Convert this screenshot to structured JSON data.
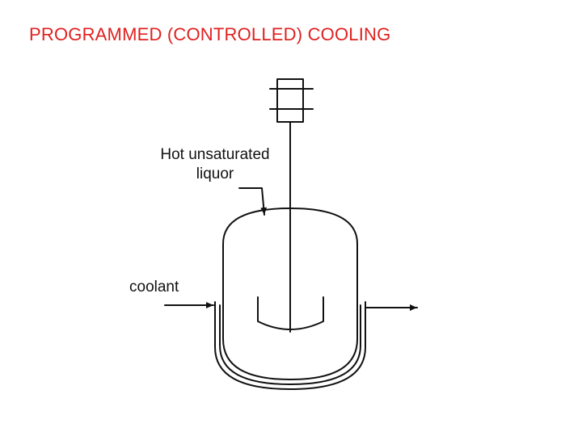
{
  "title": "PROGRAMMED (CONTROLLED) COOLING",
  "labels": {
    "hot_line1": "Hot unsaturated",
    "hot_line2": "liquor",
    "coolant": "coolant"
  },
  "colors": {
    "title": "#e02020",
    "lines": "#111111"
  }
}
